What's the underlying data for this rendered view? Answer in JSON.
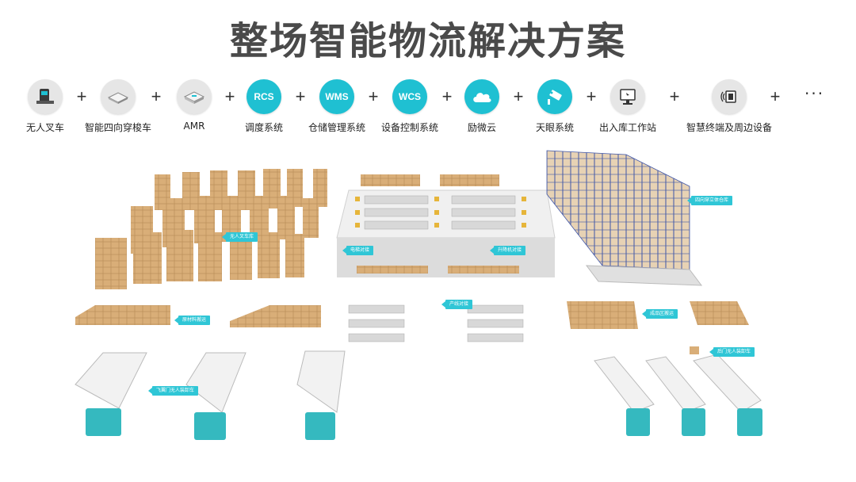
{
  "title": "整场智能物流解决方案",
  "components": [
    {
      "label": "无人叉车",
      "icon": "forklift-icon",
      "style": "gray"
    },
    {
      "label": "智能四向穿梭车",
      "icon": "shuttle-car-icon",
      "style": "gray"
    },
    {
      "label": "AMR",
      "icon": "amr-robot-icon",
      "style": "gray"
    },
    {
      "label": "调度系统",
      "icon_text": "RCS",
      "style": "teal"
    },
    {
      "label": "仓储管理系统",
      "icon_text": "WMS",
      "style": "teal"
    },
    {
      "label": "设备控制系统",
      "icon_text": "WCS",
      "style": "teal"
    },
    {
      "label": "励微云",
      "icon": "cloud-icon",
      "style": "teal"
    },
    {
      "label": "天眼系统",
      "icon": "camera-icon",
      "style": "teal"
    },
    {
      "label": "出入库工作站",
      "icon": "workstation-icon",
      "style": "gray"
    },
    {
      "label": "智慧终端及周边设备",
      "icon": "terminal-device-icon",
      "style": "gray"
    }
  ],
  "plus_sign": "+",
  "ellipsis": "···",
  "scene_labels": {
    "forklift_zone": "无人叉车库",
    "elevator_dock": "电梯对接",
    "lift_dock": "升降机对接",
    "four_way_warehouse": "四向穿立体仓库",
    "material_conveyor": "原材料搬运",
    "line_dock": "产线对接",
    "finished_goods": "成品区搬运",
    "fly_door_truck": "飞翼门无人装卸车",
    "rear_door_truck": "后门无人装卸车"
  },
  "colors": {
    "accent": "#1fc0d2",
    "title": "#4a4a4a",
    "box": "#d9ae78",
    "rack": "#3f56a8",
    "truck_cab": "#35b9bf"
  }
}
